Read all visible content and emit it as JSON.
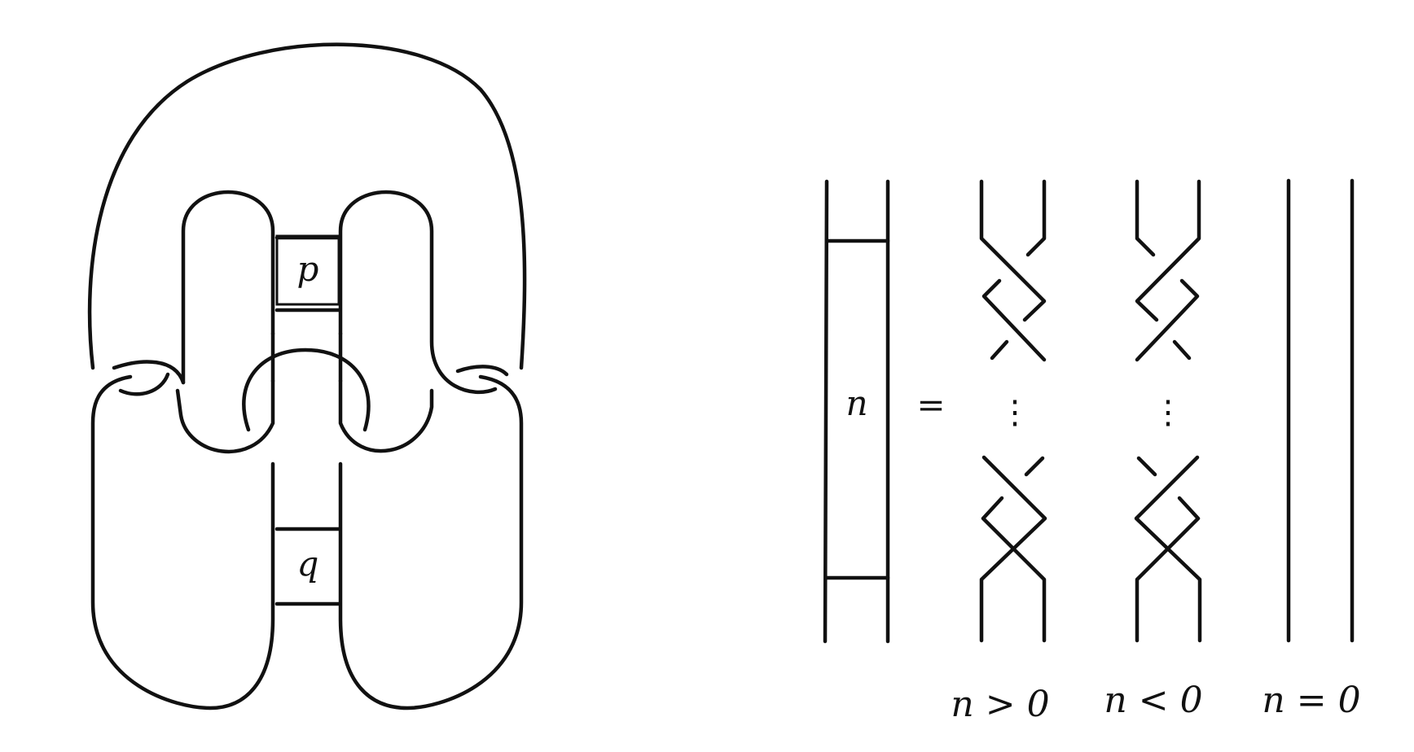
{
  "knot_diagram": {
    "box_top_label": "p",
    "box_bottom_label": "q"
  },
  "twist_legend": {
    "box_label": "n",
    "equals_sign": "=",
    "vertical_dots": "⋮",
    "captions": [
      "n > 0",
      "n < 0",
      "n = 0"
    ]
  }
}
